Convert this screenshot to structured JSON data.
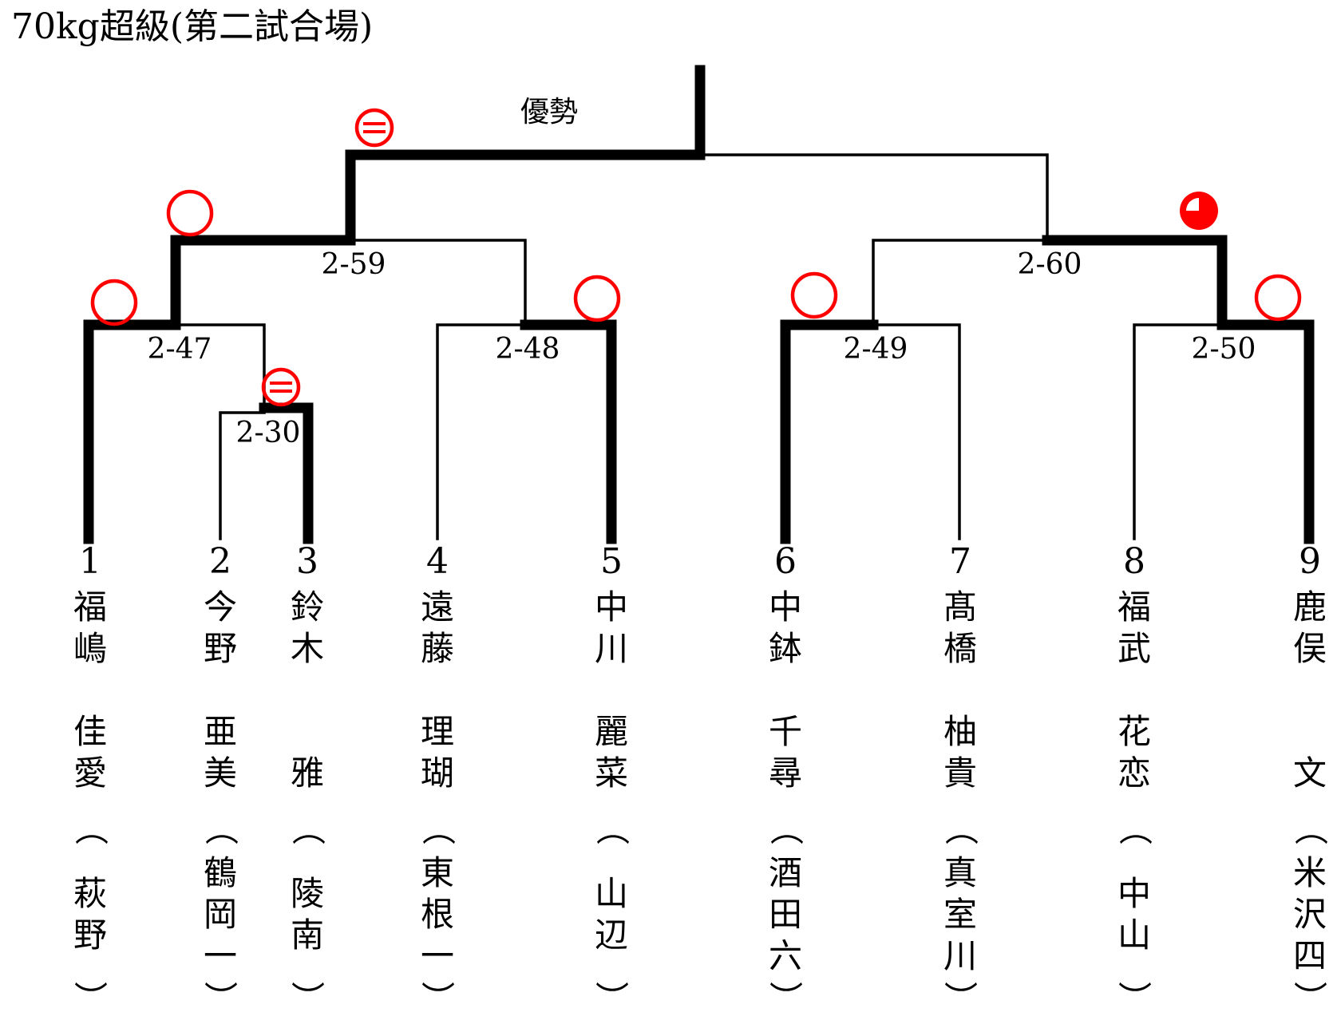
{
  "title": "70kg超級(第二試合場)",
  "final_label": "優勢",
  "colors": {
    "mark": "#ff0000",
    "line": "#000000"
  },
  "matches": [
    {
      "id": "2-30",
      "label": "2-30",
      "result_mark": "ring-bar-icon"
    },
    {
      "id": "2-47",
      "label": "2-47",
      "result_mark": "ring-icon"
    },
    {
      "id": "2-48",
      "label": "2-48",
      "result_mark": "ring-icon"
    },
    {
      "id": "2-49",
      "label": "2-49",
      "result_mark": "ring-icon"
    },
    {
      "id": "2-50",
      "label": "2-50",
      "result_mark": "ring-icon"
    },
    {
      "id": "2-59",
      "label": "2-59",
      "result_mark": "ring-icon"
    },
    {
      "id": "2-60",
      "label": "2-60",
      "result_mark": "quarter-filled-circle-icon"
    },
    {
      "id": "final",
      "label": "",
      "result_mark": "ring-bar-icon"
    }
  ],
  "competitors": [
    {
      "seed": "1",
      "family": "福嶋",
      "given": "佳愛",
      "team": "萩野",
      "open": "（",
      "close": "）"
    },
    {
      "seed": "2",
      "family": "今野",
      "given": "亜美",
      "team": "鶴岡一",
      "open": "（",
      "close": "）"
    },
    {
      "seed": "3",
      "family": "鈴木",
      "given": "雅",
      "team": "陵南",
      "open": "（",
      "close": "）"
    },
    {
      "seed": "4",
      "family": "遠藤",
      "given": "理瑚",
      "team": "東根一",
      "open": "（",
      "close": "）"
    },
    {
      "seed": "5",
      "family": "中川",
      "given": "麗菜",
      "team": "山辺",
      "open": "（",
      "close": "）"
    },
    {
      "seed": "6",
      "family": "中鉢",
      "given": "千尋",
      "team": "酒田六",
      "open": "（",
      "close": "）"
    },
    {
      "seed": "7",
      "family": "髙橋",
      "given": "柚貴",
      "team": "真室川",
      "open": "（",
      "close": "）"
    },
    {
      "seed": "8",
      "family": "福武",
      "given": "花恋",
      "team": "中山",
      "open": "（",
      "close": "）"
    },
    {
      "seed": "9",
      "family": "鹿俣",
      "given": "文",
      "team": "米沢四",
      "open": "（",
      "close": "）"
    }
  ]
}
